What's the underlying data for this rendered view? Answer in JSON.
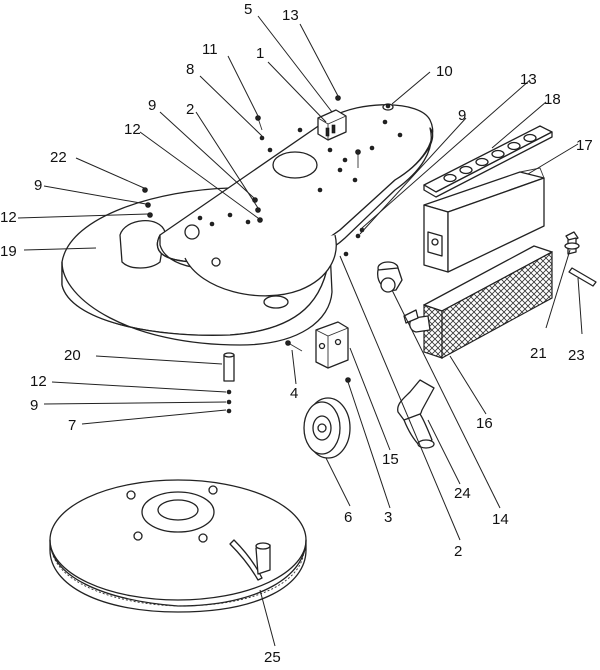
{
  "diagram": {
    "callouts": [
      "5",
      "13",
      "11",
      "1",
      "10",
      "8",
      "13",
      "18",
      "9",
      "2",
      "9",
      "12",
      "22",
      "17",
      "9",
      "12",
      "19",
      "21",
      "23",
      "20",
      "4",
      "16",
      "12",
      "9",
      "15",
      "7",
      "24",
      "14",
      "6",
      "3",
      "2",
      "25"
    ]
  },
  "colors": {
    "line": "#222222",
    "background": "#ffffff",
    "mesh": "#444444"
  }
}
